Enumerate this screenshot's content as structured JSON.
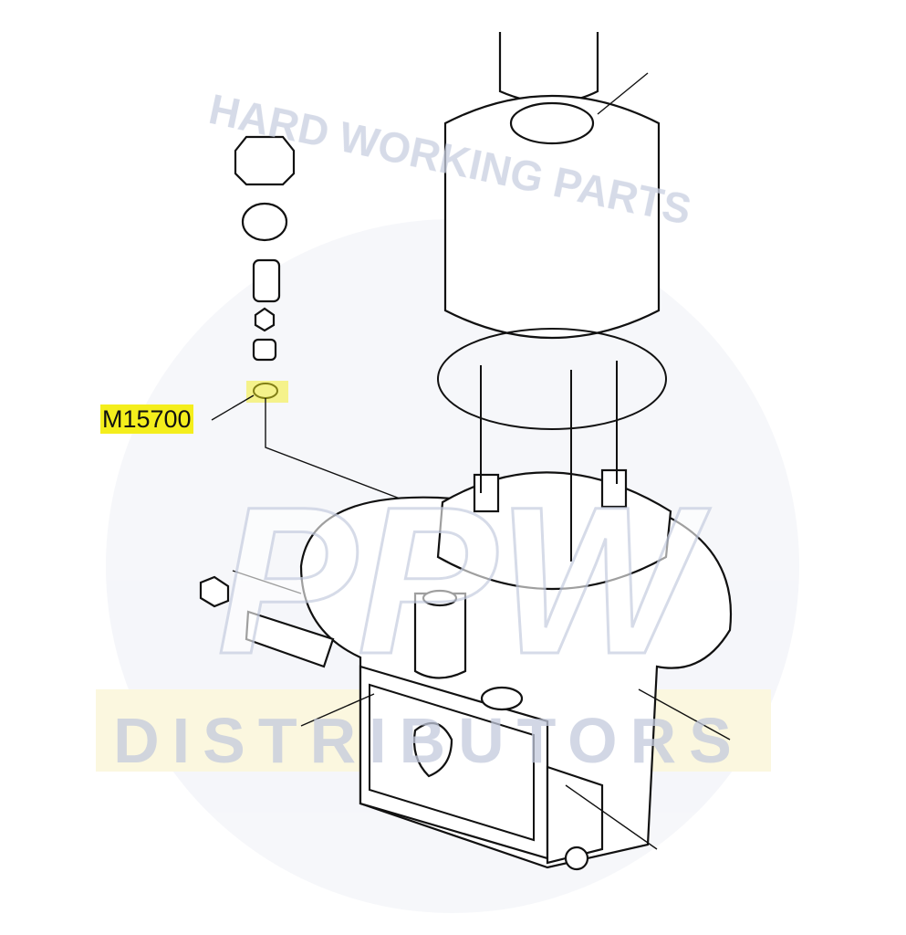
{
  "callout": {
    "part_number": "M15700",
    "highlight_color": "#f4ee1c"
  },
  "watermark": {
    "top_text": "HARD WORKING PARTS",
    "logo": "PPW",
    "bottom_text": "DISTRIBUTORS",
    "color": "#c8cfe0",
    "accent": "#f6efb8"
  }
}
